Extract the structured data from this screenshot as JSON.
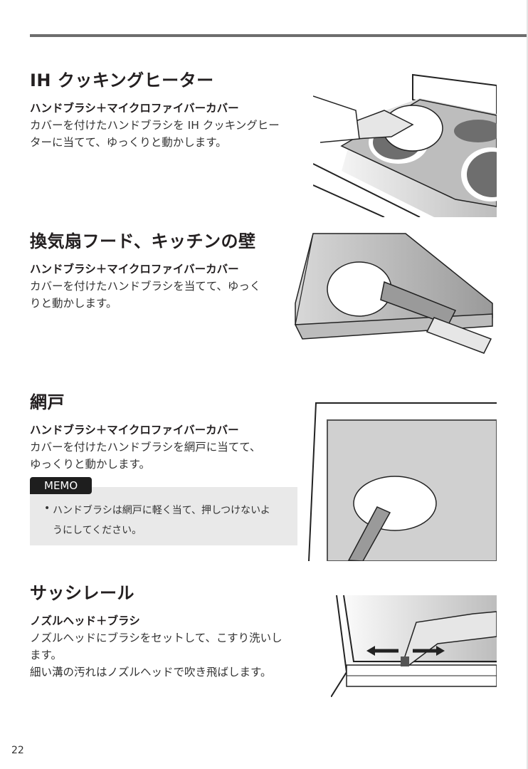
{
  "page": {
    "number": "22"
  },
  "sections": [
    {
      "title": "IH クッキングヒーター",
      "subtitle": "ハンドブラシ＋マイクロファイバーカバー",
      "body_lines": [
        "カバーを付けたハンドブラシを IH クッキングヒー",
        "ターに当てて、ゆっくりと動かします。"
      ],
      "illustration": "ih-cooktop-cleaning-illustration"
    },
    {
      "title": "換気扇フード、キッチンの壁",
      "subtitle": "ハンドブラシ＋マイクロファイバーカバー",
      "body_lines": [
        "カバーを付けたハンドブラシを当てて、ゆっく",
        "りと動かします。"
      ],
      "illustration": "range-hood-cleaning-illustration"
    },
    {
      "title": "網戸",
      "subtitle": "ハンドブラシ＋マイクロファイバーカバー",
      "body_lines": [
        "カバーを付けたハンドブラシを網戸に当てて、",
        "ゆっくりと動かします。"
      ],
      "illustration": "screen-door-cleaning-illustration",
      "memo": {
        "label": "MEMO",
        "bullet": "•",
        "lines": [
          "ハンドブラシは網戸に軽く当て、押しつけないよ",
          "うにしてください。"
        ]
      }
    },
    {
      "title": "サッシレール",
      "subtitle": "ノズルヘッド＋ブラシ",
      "body_lines": [
        "ノズルヘッドにブラシをセットして、こすり洗いし",
        "ます。",
        "細い溝の汚れはノズルヘッドで吹き飛ばします。"
      ],
      "illustration": "sash-rail-cleaning-illustration"
    }
  ],
  "colors": {
    "rule": "#6d6d6d",
    "memo_tab": "#1e1e1e",
    "memo_bg": "#e9e9e9",
    "text": "#231f20"
  }
}
